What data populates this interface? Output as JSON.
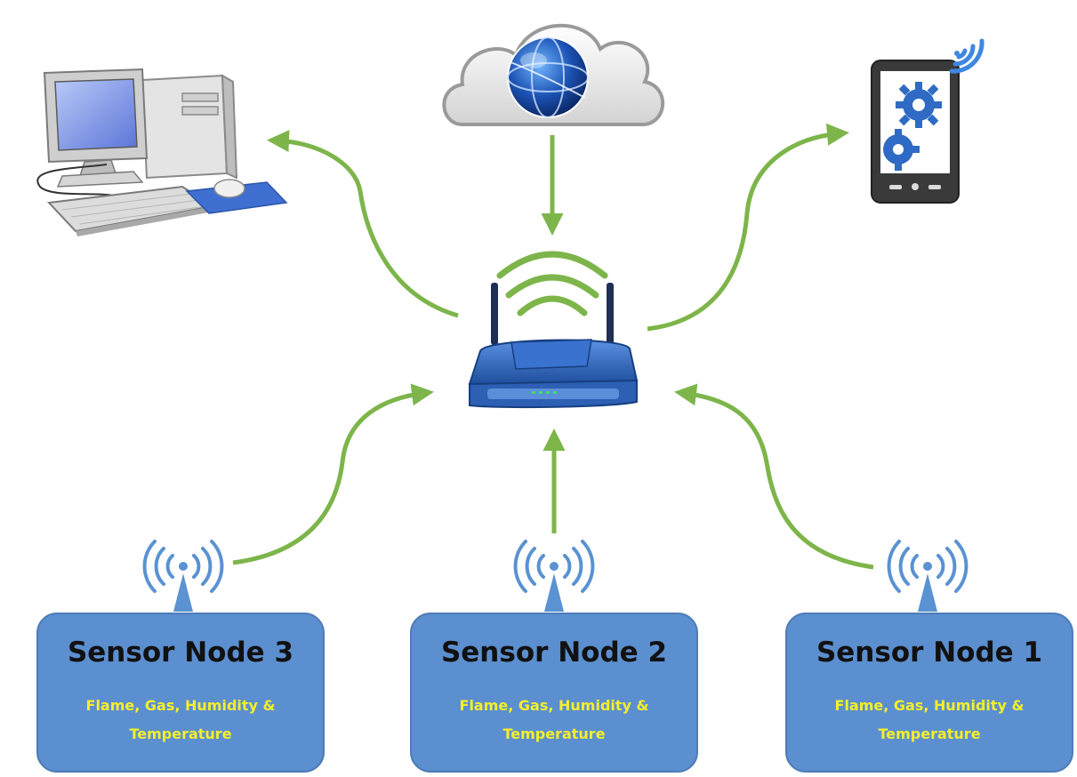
{
  "colors": {
    "arrow": "#7db54a",
    "node_fill": "#5b8fcf",
    "node_border": "#4d7cb7",
    "node_subtext": "#f5ef2a",
    "wave": "#5a92d2",
    "router_body": "#2f62b5"
  },
  "icons": {
    "computer": "desktop-computer-icon",
    "cloud": "cloud-globe-icon",
    "phone": "smartphone-gear-icon",
    "router": "wifi-router-icon",
    "antenna": "wireless-antenna-icon"
  },
  "nodes": [
    {
      "id": "3",
      "title": "Sensor Node 3",
      "sensors_line1": "Flame, Gas, Humidity &",
      "sensors_line2": "Temperature"
    },
    {
      "id": "2",
      "title": "Sensor Node 2",
      "sensors_line1": "Flame, Gas, Humidity &",
      "sensors_line2": "Temperature"
    },
    {
      "id": "1",
      "title": "Sensor Node 1",
      "sensors_line1": "Flame, Gas, Humidity &",
      "sensors_line2": "Temperature"
    }
  ]
}
